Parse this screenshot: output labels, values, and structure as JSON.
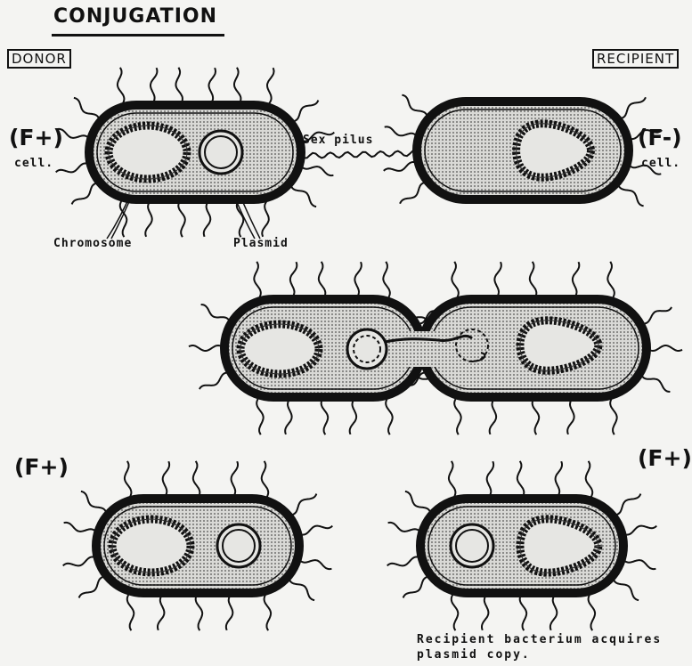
{
  "title": "CONJUGATION",
  "labels": {
    "donor": "DONOR",
    "recipient": "RECIPIENT",
    "donor_type": "(F+)",
    "donor_cell": "cell.",
    "recipient_type": "(F-)",
    "recipient_cell": "cell.",
    "sex_pilus": "Sex pilus",
    "chromosome": "Chromosome",
    "plasmid": "Plasmid",
    "result_left_type": "(F+)",
    "result_right_type": "(F+)",
    "caption_line1": "Recipient bacterium acquires",
    "caption_line2": "plasmid copy."
  }
}
